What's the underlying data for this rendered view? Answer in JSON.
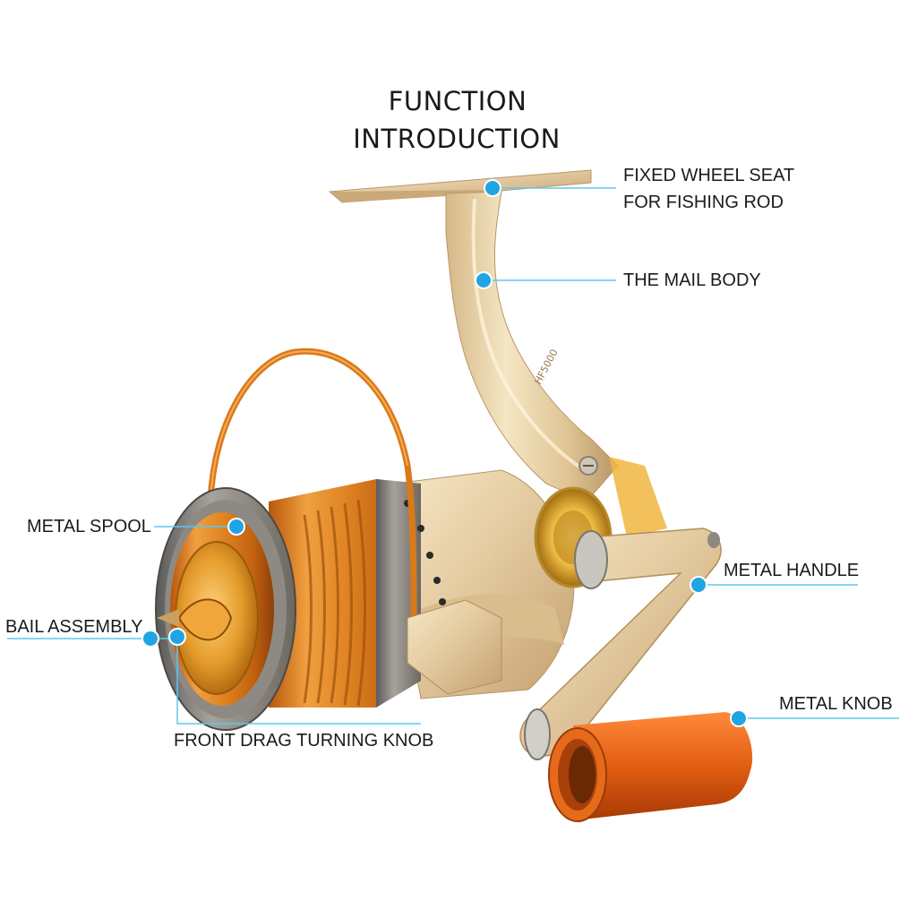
{
  "title": {
    "line1": "FUNCTION",
    "line2": "INTRODUCTION"
  },
  "reel_model_marking": "HF5000",
  "colors": {
    "leader_line": "#5bc8ef",
    "marker_dot": "#1fa5e3",
    "gold_body": "#e6cf9e",
    "copper_spool": "#d9771a",
    "knob_orange": "#e05a10",
    "background": "#ffffff"
  },
  "labels": {
    "fixed_wheel_seat": "FIXED WHEEL SEAT\nFOR FISHING ROD",
    "main_body": "THE MAIL BODY",
    "metal_spool": "METAL SPOOL",
    "bail_assembly": "BAIL ASSEMBLY",
    "front_drag": "FRONT DRAG TURNING KNOB",
    "metal_handle": "METAL HANDLE",
    "metal_knob": "METAL KNOB"
  }
}
